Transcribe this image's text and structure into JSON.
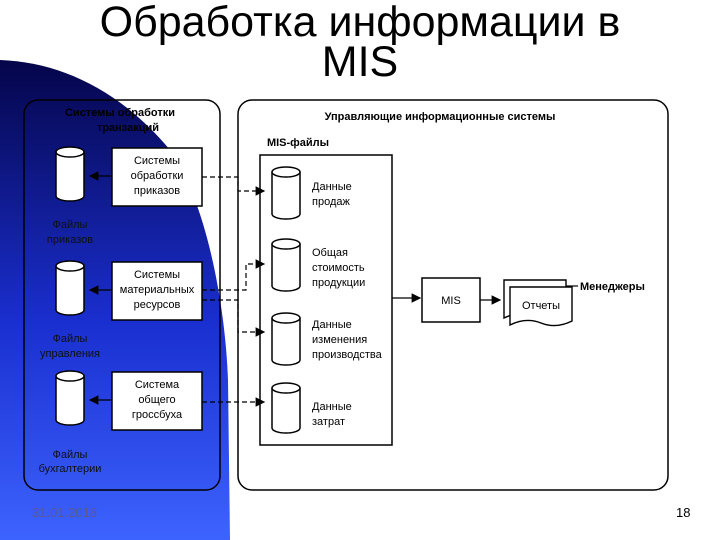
{
  "slide": {
    "title_line1": "Обработка информации в",
    "title_line2": "MIS",
    "date": "31.01.2018",
    "page_number": "18"
  },
  "colors": {
    "blue_dark": "#0a0a6e",
    "blue_light": "#3a5cff"
  },
  "tps": {
    "title_line1": "Системы обработки",
    "title_line2": "транзакций",
    "systems": [
      {
        "lines": [
          "Системы",
          "обработки",
          "приказов"
        ],
        "file_lines": [
          "Файлы",
          "приказов"
        ]
      },
      {
        "lines": [
          "Системы",
          "материальных",
          "ресурсов"
        ],
        "file_lines": [
          "Файлы",
          "управления"
        ]
      },
      {
        "lines": [
          "Система",
          "общего",
          "гроссбуха"
        ],
        "file_lines": [
          "Файлы",
          "бухгалтерии"
        ]
      }
    ]
  },
  "mis": {
    "title": "Управляющие информационные системы",
    "files_title": "MIS-файлы",
    "files": [
      {
        "lines": [
          "Данные",
          "продаж"
        ]
      },
      {
        "lines": [
          "Общая",
          "стоимость",
          "продукции"
        ]
      },
      {
        "lines": [
          "Данные",
          "изменения",
          "производства"
        ]
      },
      {
        "lines": [
          "Данные",
          "затрат"
        ]
      }
    ],
    "mis_box": "MIS",
    "reports": "Отчеты",
    "managers": "Менеджеры"
  }
}
